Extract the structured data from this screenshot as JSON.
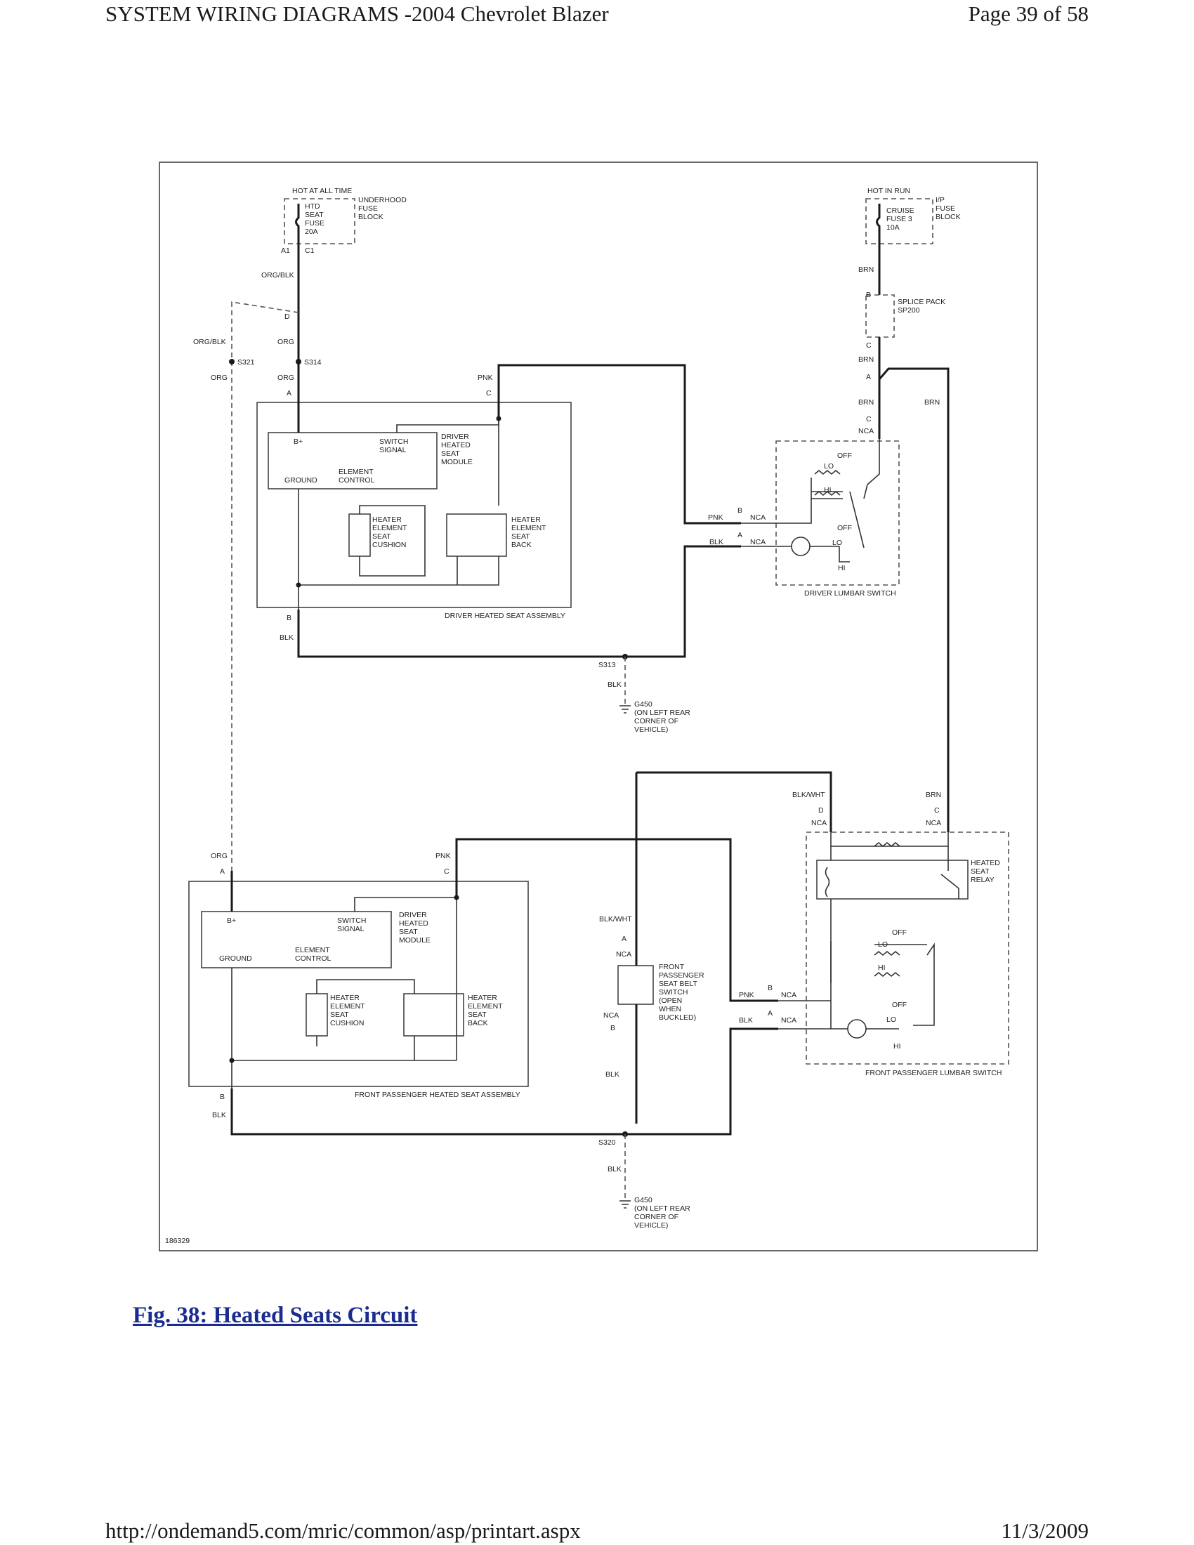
{
  "header": {
    "title": "SYSTEM WIRING DIAGRAMS -2004 Chevrolet Blazer",
    "page": "Page 39 of 58"
  },
  "footer": {
    "url": "http://ondemand5.com/mric/common/asp/printart.aspx",
    "date": "11/3/2009"
  },
  "caption": "Fig. 38: Heated Seats Circuit",
  "diagram": {
    "fig_id": "186329",
    "hot_at_all_time": "HOT AT ALL TIME",
    "fuse_htd": [
      "HTD",
      "SEAT",
      "FUSE",
      "20A"
    ],
    "underhood": [
      "UNDERHOOD",
      "FUSE",
      "BLOCK"
    ],
    "a1": "A1",
    "c1": "C1",
    "org_blk": "ORG/BLK",
    "d": "D",
    "org_blk2": "ORG/BLK",
    "org": "ORG",
    "s321": "S321",
    "s314": "S314",
    "org2": "ORG",
    "org3": "ORG",
    "pnk": "PNK",
    "a": "A",
    "c": "C",
    "hot_in_run": "HOT IN RUN",
    "cruise": [
      "CRUISE",
      "FUSE 3",
      "10A"
    ],
    "ip": [
      "I/P",
      "FUSE",
      "BLOCK"
    ],
    "brn": "BRN",
    "b": "B",
    "splice": [
      "SPLICE PACK",
      "SP200"
    ],
    "c2": "C",
    "brn2": "BRN",
    "a2": "A",
    "brn3": "BRN",
    "brn4": "BRN",
    "c3": "C",
    "nca": "NCA",
    "b_plus": "B+",
    "switch_signal": [
      "SWITCH",
      "SIGNAL"
    ],
    "dhsm": [
      "DRIVER",
      "HEATED",
      "SEAT",
      "MODULE"
    ],
    "element_control": [
      "ELEMENT",
      "CONTROL"
    ],
    "ground": "GROUND",
    "heater_cushion": [
      "HEATER",
      "ELEMENT",
      "SEAT",
      "CUSHION"
    ],
    "heater_back": [
      "HEATER",
      "ELEMENT",
      "SEAT",
      "BACK"
    ],
    "driver_assembly": "DRIVER HEATED SEAT ASSEMBLY",
    "off": "OFF",
    "lo": "LO",
    "hi": "HI",
    "off2": "OFF",
    "lo2": "LO",
    "hi2": "HI",
    "pnk2": "PNK",
    "b2": "B",
    "nca2": "NCA",
    "blk": "BLK",
    "a3": "A",
    "nca3": "NCA",
    "driver_lumbar": "DRIVER LUMBAR SWITCH",
    "b3": "B",
    "blk2": "BLK",
    "s313": "S313",
    "blk3": "BLK",
    "g450": [
      "G450",
      "(ON LEFT REAR",
      "CORNER OF",
      "VEHICLE)"
    ],
    "blk_wht": "BLK/WHT",
    "d2": "D",
    "nca4": "NCA",
    "brn5": "BRN",
    "c4": "C",
    "nca5": "NCA",
    "heated_seat_relay": [
      "HEATED",
      "SEAT",
      "RELAY"
    ],
    "org4": "ORG",
    "a4": "A",
    "pnk3": "PNK",
    "c5": "C",
    "b_plus2": "B+",
    "switch_signal2": [
      "SWITCH",
      "SIGNAL"
    ],
    "dhsm2": [
      "DRIVER",
      "HEATED",
      "SEAT",
      "MODULE"
    ],
    "element_control2": [
      "ELEMENT",
      "CONTROL"
    ],
    "ground2": "GROUND",
    "heater_cushion2": [
      "HEATER",
      "ELEMENT",
      "SEAT",
      "CUSHION"
    ],
    "heater_back2": [
      "HEATER",
      "ELEMENT",
      "SEAT",
      "BACK"
    ],
    "fp_assembly": "FRONT PASSENGER HEATED SEAT ASSEMBLY",
    "blk_wht2": "BLK/WHT",
    "a5": "A",
    "nca6": "NCA",
    "seat_belt": [
      "FRONT",
      "PASSENGER",
      "SEAT BELT",
      "SWITCH",
      "(OPEN",
      "WHEN",
      "BUCKLED)"
    ],
    "nca7": "NCA",
    "b4": "B",
    "off3": "OFF",
    "lo3": "LO",
    "hi3": "HI",
    "pnk4": "PNK",
    "b5": "B",
    "nca8": "NCA",
    "blk4": "BLK",
    "a6": "A",
    "nca9": "NCA",
    "off4": "OFF",
    "lo4": "LO",
    "hi4": "HI",
    "fp_lumbar": "FRONT PASSENGER LUMBAR SWITCH",
    "blk5": "BLK",
    "b6": "B",
    "blk6": "BLK",
    "s320": "S320",
    "blk7": "BLK",
    "g450b": [
      "G450",
      "(ON LEFT REAR",
      "CORNER OF",
      "VEHICLE)"
    ]
  }
}
